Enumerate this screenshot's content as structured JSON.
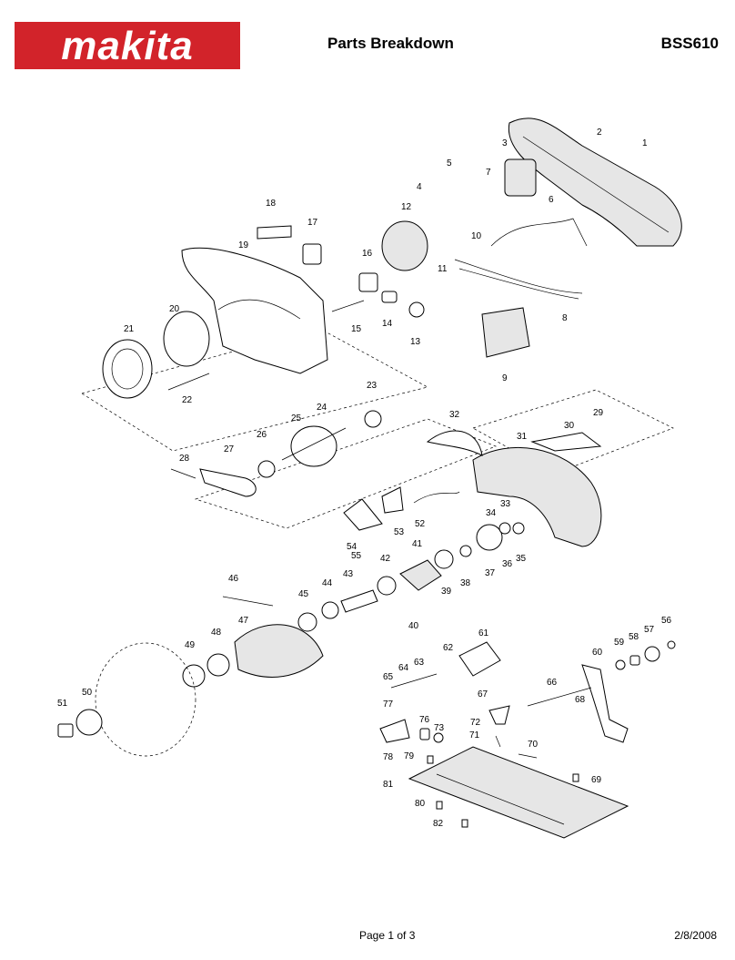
{
  "header": {
    "logo_text": "makita",
    "logo_color": "#d2232a",
    "title": "Parts Breakdown",
    "model": "BSS610"
  },
  "footer": {
    "page": "Page 1 of 3",
    "date": "2/8/2008"
  },
  "part_numbers": [
    "1",
    "2",
    "3",
    "4",
    "5",
    "6",
    "7",
    "8",
    "9",
    "10",
    "11",
    "12",
    "13",
    "14",
    "15",
    "16",
    "17",
    "18",
    "19",
    "20",
    "21",
    "22",
    "23",
    "24",
    "25",
    "26",
    "27",
    "28",
    "29",
    "30",
    "31",
    "32",
    "33",
    "34",
    "35",
    "36",
    "37",
    "38",
    "39",
    "40",
    "41",
    "42",
    "43",
    "44",
    "45",
    "46",
    "47",
    "48",
    "49",
    "50",
    "51",
    "52",
    "53",
    "54",
    "55",
    "56",
    "57",
    "58",
    "59",
    "60",
    "61",
    "62",
    "63",
    "64",
    "65",
    "66",
    "67",
    "68",
    "69",
    "70",
    "71",
    "72",
    "73",
    "76",
    "77",
    "78",
    "79",
    "80",
    "81",
    "82"
  ]
}
